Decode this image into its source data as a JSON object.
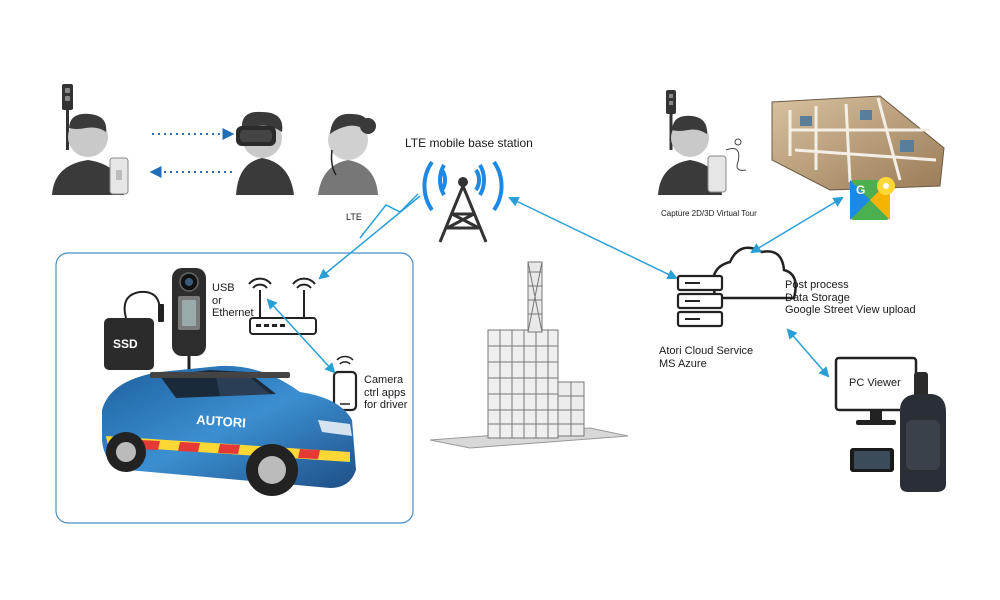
{
  "labels": {
    "lte_base_station": "LTE mobile base station",
    "lte_link": "LTE",
    "usb_ethernet": [
      "USB",
      "or",
      "Ethernet"
    ],
    "camera_ctrl": [
      "Camera",
      "ctrl apps",
      "for driver"
    ],
    "ssd": "SSD",
    "car_brand": "AUTORI",
    "capture_tour": "Capture 2D/3D Virtual Tour",
    "cloud_tasks": [
      "Post process",
      "Data Storage",
      "Google Street View upload"
    ],
    "cloud_service": [
      "Atori Cloud Service",
      "MS Azure"
    ],
    "pc_viewer": "PC Viewer"
  },
  "colors": {
    "arrow_blue": "#2a9fd6",
    "lte_blue": "#1e88e5",
    "frame_blue": "#4a8fc0",
    "dark_figure": "#3a3a3a",
    "car_blue": "#2f7fc1",
    "car_stripe_red": "#e53935",
    "car_stripe_yellow": "#fdd835"
  },
  "icons": [
    "person-with-camera-backpack-icon",
    "vr-headset-user-icon",
    "person-with-earphones-icon",
    "lte-tower-icon",
    "ssd-drive-icon",
    "360-camera-icon",
    "wifi-router-icon",
    "smartphone-icon",
    "mapping-car-icon",
    "building-construction-icon",
    "server-cloud-icon",
    "floorplan-3d-icon",
    "google-street-view-icon",
    "monitor-icon",
    "camera-backpack-icon"
  ]
}
